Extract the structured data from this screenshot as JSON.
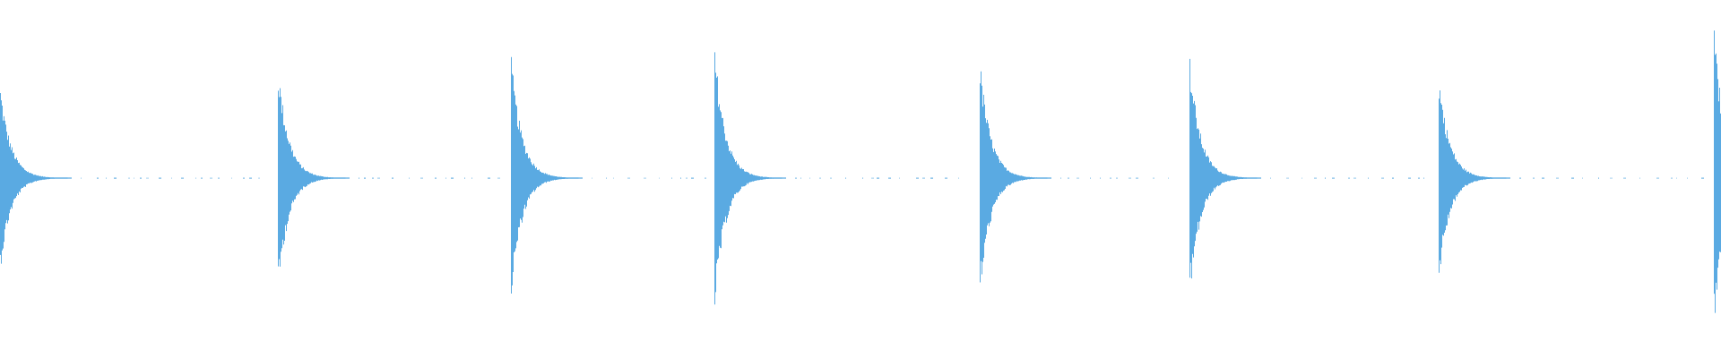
{
  "waveform": {
    "color": "#5aaae2",
    "background": "#ffffff",
    "transients": [
      {
        "peak": 0.52
      },
      {
        "peak": 0.63
      },
      {
        "peak": 0.68
      },
      {
        "peak": 0.74
      },
      {
        "peak": 0.66
      },
      {
        "peak": 0.68
      },
      {
        "peak": 0.58
      },
      {
        "peak": 0.84
      }
    ]
  }
}
